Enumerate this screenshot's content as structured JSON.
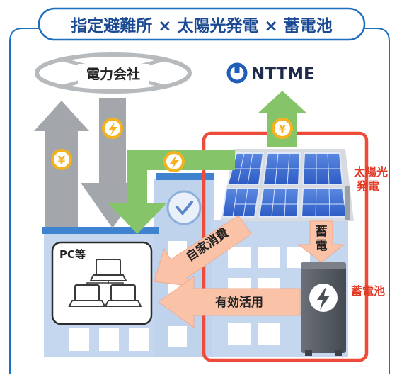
{
  "title": "指定避難所 × 太陽光発電 × 蓄電池",
  "power_company": "電力会社",
  "brand": "NTTME",
  "yen_symbol": "¥",
  "pc_box_label": "PC等",
  "labels": {
    "solar_line1": "太陽光",
    "solar_line2": "発電",
    "charge_char1": "蓄",
    "charge_char2": "電",
    "battery": "蓄電池",
    "self_consumption": "自家消費",
    "effective_use": "有効活用"
  },
  "icons": {
    "yen": "yen-coin-icon",
    "lightning": "lightning-bolt-icon",
    "clock": "clock-icon",
    "laptop": "laptop-icon",
    "brand_logo": "nttme-logo-icon"
  },
  "colors": {
    "frame_blue": "#1e6fc0",
    "title_text": "#1a4a93",
    "gray_arrow": "#a3a6aa",
    "green_arrow": "#86c46a",
    "yellow_coin": "#f3b21e",
    "solar_border": "#ee4b3a",
    "pink_arrow": "#fac3a8",
    "building": "#bfd3ec",
    "panel": "#3c6ed0",
    "battery": "#5b6068"
  }
}
